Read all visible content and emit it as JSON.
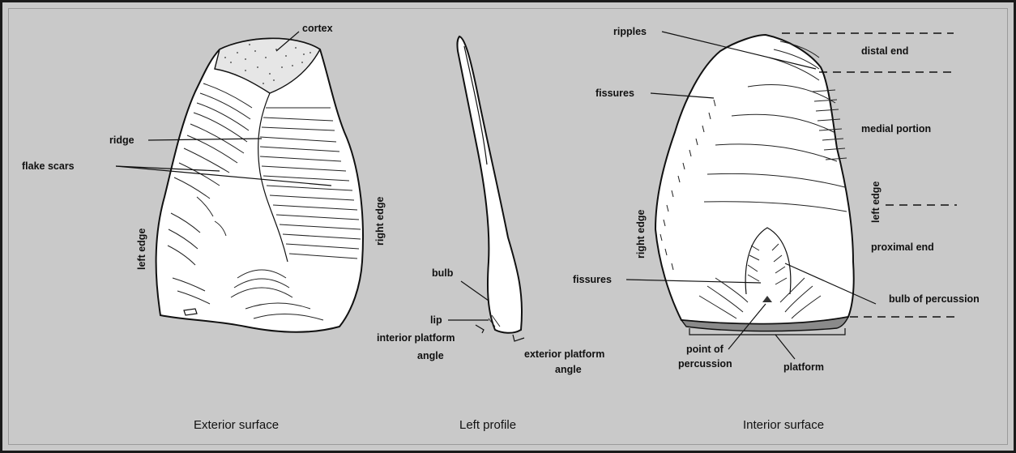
{
  "labels": {
    "cortex": "cortex",
    "ridge": "ridge",
    "flake_scars": "flake scars",
    "left_edge_ext": "left edge",
    "right_edge_ext": "right edge",
    "bulb": "bulb",
    "lip": "lip",
    "interior_platform_1": "interior platform",
    "interior_platform_2": "angle",
    "exterior_platform_1": "exterior platform",
    "exterior_platform_2": "angle",
    "ripples": "ripples",
    "fissures_top": "fissures",
    "fissures_bottom": "fissures",
    "right_edge_int": "right edge",
    "left_edge_int": "left edge",
    "distal_end": "distal end",
    "medial_portion": "medial portion",
    "proximal_end": "proximal end",
    "bulb_of_percussion": "bulb of percussion",
    "point_of_percussion_1": "point of",
    "point_of_percussion_2": "percussion",
    "platform": "platform"
  },
  "captions": {
    "exterior": "Exterior surface",
    "profile": "Left profile",
    "interior": "Interior surface"
  }
}
